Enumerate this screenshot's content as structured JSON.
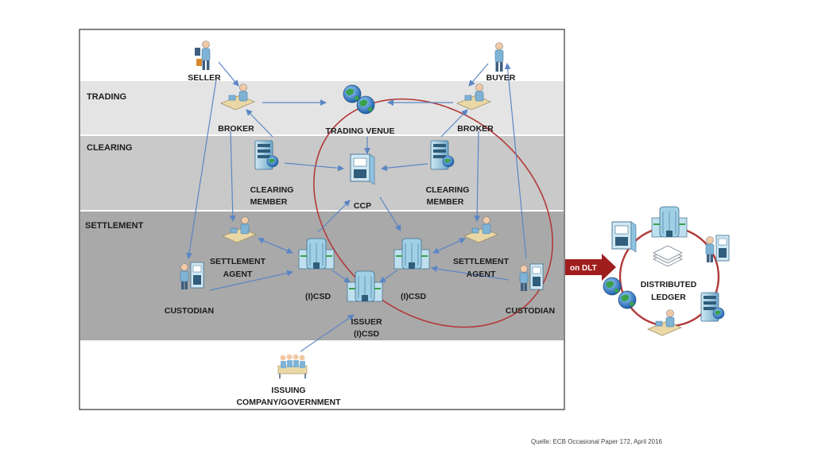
{
  "bands": {
    "trading": "TRADING",
    "clearing": "CLEARING",
    "settlement": "SETTLEMENT"
  },
  "nodes": {
    "seller": "SELLER",
    "buyer": "BUYER",
    "broker_left": "BROKER",
    "broker_right": "BROKER",
    "trading_venue": "TRADING VENUE",
    "clearing_member_left": [
      "CLEARING",
      "MEMBER"
    ],
    "clearing_member_right": [
      "CLEARING",
      "MEMBER"
    ],
    "ccp": "CCP",
    "settlement_agent_left": [
      "SETTLEMENT",
      "AGENT"
    ],
    "settlement_agent_right": [
      "SETTLEMENT",
      "AGENT"
    ],
    "icsd_left": "(I)CSD",
    "icsd_right": "(I)CSD",
    "custodian_left": "CUSTODIAN",
    "custodian_right": "CUSTODIAN",
    "issuer_icsd": [
      "ISSUER",
      "(I)CSD"
    ],
    "issuing_company": [
      "ISSUING",
      "COMPANY/GOVERNMENT"
    ],
    "distributed_ledger": [
      "DISTRIBUTED",
      "LEDGER"
    ]
  },
  "callout": "on DLT",
  "source": "Quelle: ECB Occasional Paper 172, April 2016",
  "colors": {
    "band_trading": "#e4e4e4",
    "band_clearing": "#c9c9c9",
    "band_settlement": "#a9a9a9",
    "arrow": "#5b86c4",
    "ellipse": "#b23a3a",
    "callout": "#a01d1d",
    "icon_blue": "#8fc3e0"
  },
  "icons": {
    "person": "person-icon",
    "broker": "broker-desk-icon",
    "globe": "globe-icon",
    "server": "server-icon",
    "building": "building-icon",
    "group": "group-icon",
    "documents": "documents-icon"
  }
}
